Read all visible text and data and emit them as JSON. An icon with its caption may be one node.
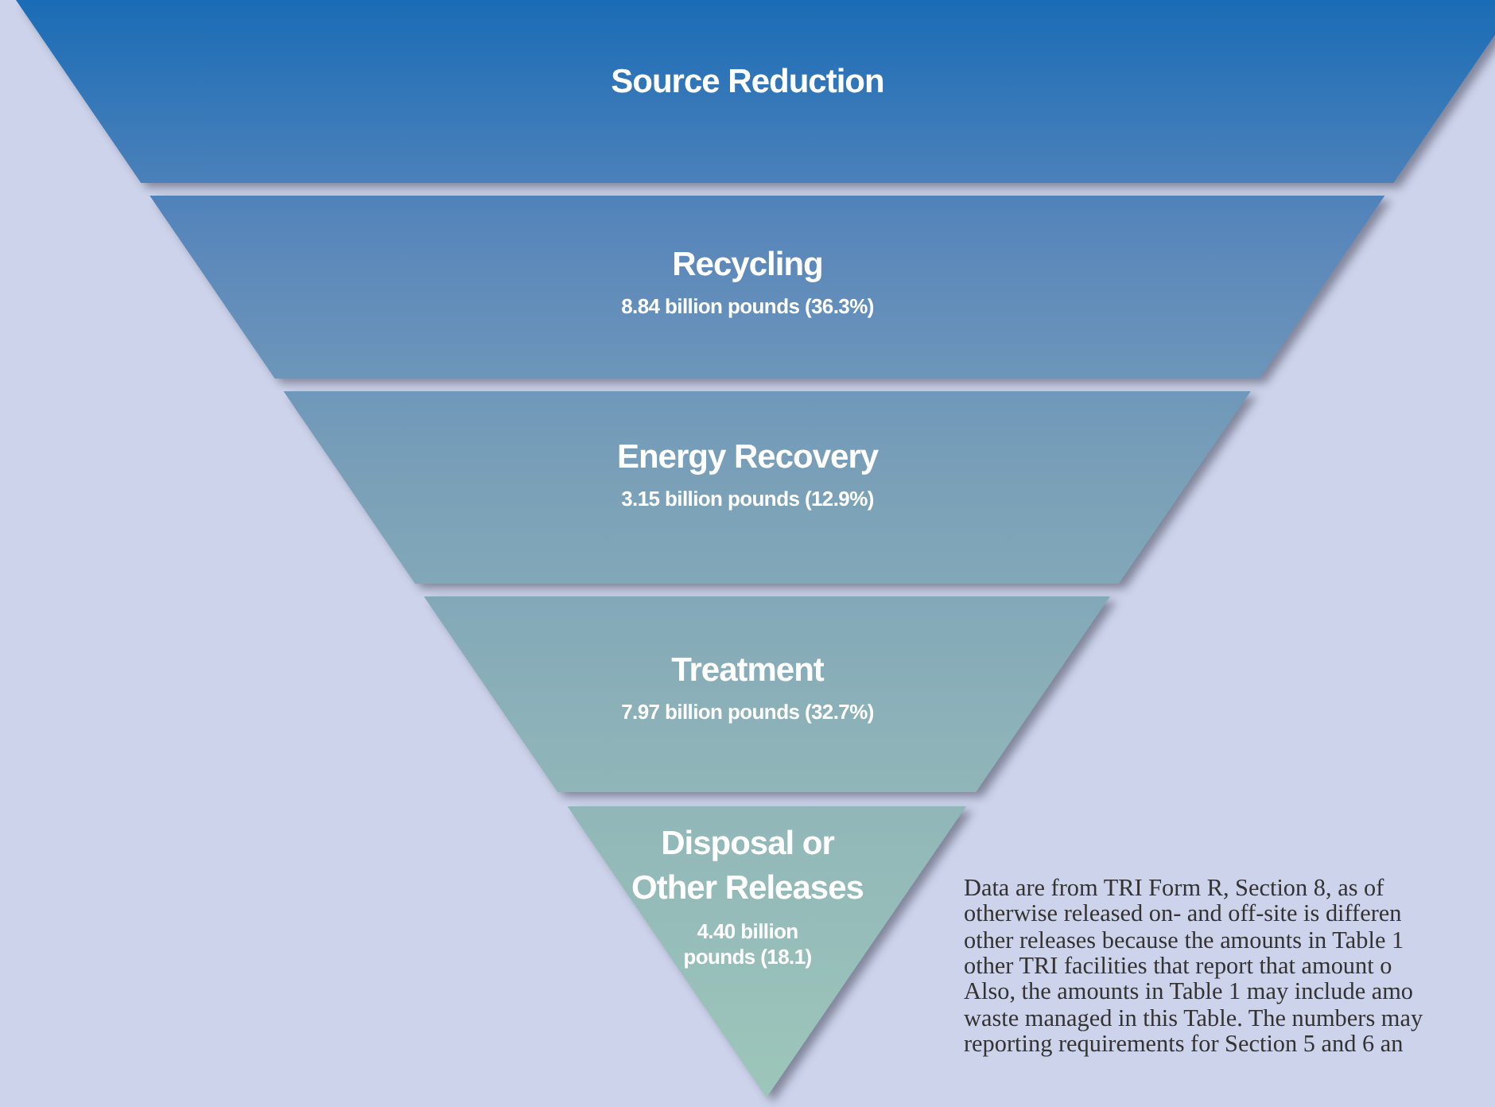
{
  "diagram": {
    "nodes": [
      {
        "text": [
          "Source Reduction"
        ]
      },
      {
        "text": [
          "Recycling",
          "8.84 billion pounds (36.3%)"
        ]
      },
      {
        "text": [
          "Energy Recovery",
          "3.15 billion pounds (12.9%)"
        ]
      },
      {
        "text": [
          "Treatment",
          "7.97 billion pounds (32.7%)"
        ]
      },
      {
        "text": [
          "Disposal or Other Releases",
          "4.40 billion pounds (18.1)"
        ]
      }
    ],
    "labels": [
      "Data are from TRI Form R, Section 8, as of",
      "otherwise released on- and off-site is differen",
      "other releases because the amounts in Table 1",
      "other TRI facilities that report that amount o",
      "Also, the amounts in Table 1 may include amo",
      "waste managed in this Table. The numbers may",
      "reporting requirements for Section 5 and 6 an"
    ]
  }
}
